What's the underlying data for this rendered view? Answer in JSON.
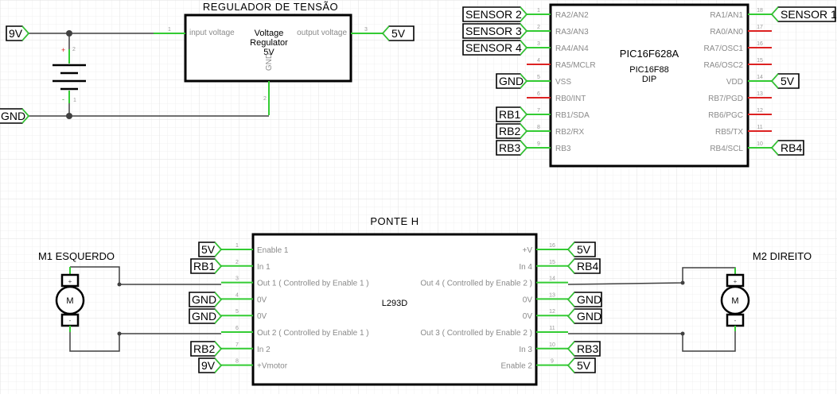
{
  "regulator": {
    "title": "REGULADOR DE TENSÃO",
    "body_line1": "Voltage",
    "body_line2": "Regulator",
    "body_line3": "5V",
    "pin_in": "input voltage",
    "pin_out": "output voltage",
    "pin_gnd": "GND",
    "pin_in_num": "1",
    "pin_out_num": "3",
    "pin_gnd_num": "2",
    "battery_plus": "+",
    "battery_plus_num": "2",
    "battery_minus": "-",
    "battery_minus_num": "1"
  },
  "pic": {
    "name": "PIC16F628A",
    "sub1": "PIC16F88",
    "sub2": "DIP",
    "left_pins": [
      {
        "num": "1",
        "label": "RA2/AN2"
      },
      {
        "num": "2",
        "label": "RA3/AN3"
      },
      {
        "num": "3",
        "label": "RA4/AN4"
      },
      {
        "num": "4",
        "label": "RA5/MCLR"
      },
      {
        "num": "5",
        "label": "VSS"
      },
      {
        "num": "6",
        "label": "RB0/INT"
      },
      {
        "num": "7",
        "label": "RB1/SDA"
      },
      {
        "num": "8",
        "label": "RB2/RX"
      },
      {
        "num": "9",
        "label": "RB3"
      }
    ],
    "right_pins": [
      {
        "num": "18",
        "label": "RA1/AN1"
      },
      {
        "num": "17",
        "label": "RA0/AN0"
      },
      {
        "num": "16",
        "label": "RA7/OSC1"
      },
      {
        "num": "15",
        "label": "RA6/OSC2"
      },
      {
        "num": "14",
        "label": "VDD"
      },
      {
        "num": "13",
        "label": "RB7/PGD"
      },
      {
        "num": "12",
        "label": "RB6/PGC"
      },
      {
        "num": "11",
        "label": "RB5/TX"
      },
      {
        "num": "10",
        "label": "RB4/SCL"
      }
    ]
  },
  "bridge": {
    "title": "PONTE H",
    "name": "L293D",
    "left_pins": [
      {
        "num": "1",
        "label": "Enable 1"
      },
      {
        "num": "2",
        "label": "In 1"
      },
      {
        "num": "3",
        "label": "Out 1 ( Controlled by Enable 1 )"
      },
      {
        "num": "4",
        "label": "0V"
      },
      {
        "num": "5",
        "label": "0V"
      },
      {
        "num": "6",
        "label": "Out 2 ( Controlled by Enable 1 )"
      },
      {
        "num": "7",
        "label": "In 2"
      },
      {
        "num": "8",
        "label": "+Vmotor"
      }
    ],
    "right_pins": [
      {
        "num": "16",
        "label": "+V"
      },
      {
        "num": "15",
        "label": "In 4"
      },
      {
        "num": "14",
        "label": "Out 4 ( Controlled by Enable 2 )"
      },
      {
        "num": "13",
        "label": "0V"
      },
      {
        "num": "12",
        "label": "0V"
      },
      {
        "num": "11",
        "label": "Out 3 ( Controlled by Enable 2 )"
      },
      {
        "num": "10",
        "label": "In 3"
      },
      {
        "num": "9",
        "label": "Enable 2"
      }
    ]
  },
  "motors": {
    "left_title": "M1 ESQUERDO",
    "right_title": "M2 DIREITO",
    "symbol": "M",
    "plus": "+",
    "minus": "-"
  },
  "labels": {
    "reg_9v": "9V",
    "reg_gnd": "GND",
    "reg_5v": "5V",
    "pic_sensor2": "SENSOR 2",
    "pic_sensor3": "SENSOR 3",
    "pic_sensor4": "SENSOR 4",
    "pic_gnd": "GND",
    "pic_rb1": "RB1",
    "pic_rb2": "RB2",
    "pic_rb3": "RB3",
    "pic_sensor1": "SENSOR 1",
    "pic_5v": "5V",
    "pic_rb4": "RB4",
    "hb_5v_l": "5V",
    "hb_rb1": "RB1",
    "hb_gnd_l1": "GND",
    "hb_gnd_l2": "GND",
    "hb_rb2": "RB2",
    "hb_9v": "9V",
    "hb_5v_r1": "5V",
    "hb_rb4": "RB4",
    "hb_gnd_r1": "GND",
    "hb_gnd_r2": "GND",
    "hb_rb3": "RB3",
    "hb_5v_r2": "5V"
  },
  "colors": {
    "wire": "#404040",
    "pin_connected": "#33cc33",
    "pin_open": "#dd2222",
    "grid": "#e6e6e6"
  }
}
